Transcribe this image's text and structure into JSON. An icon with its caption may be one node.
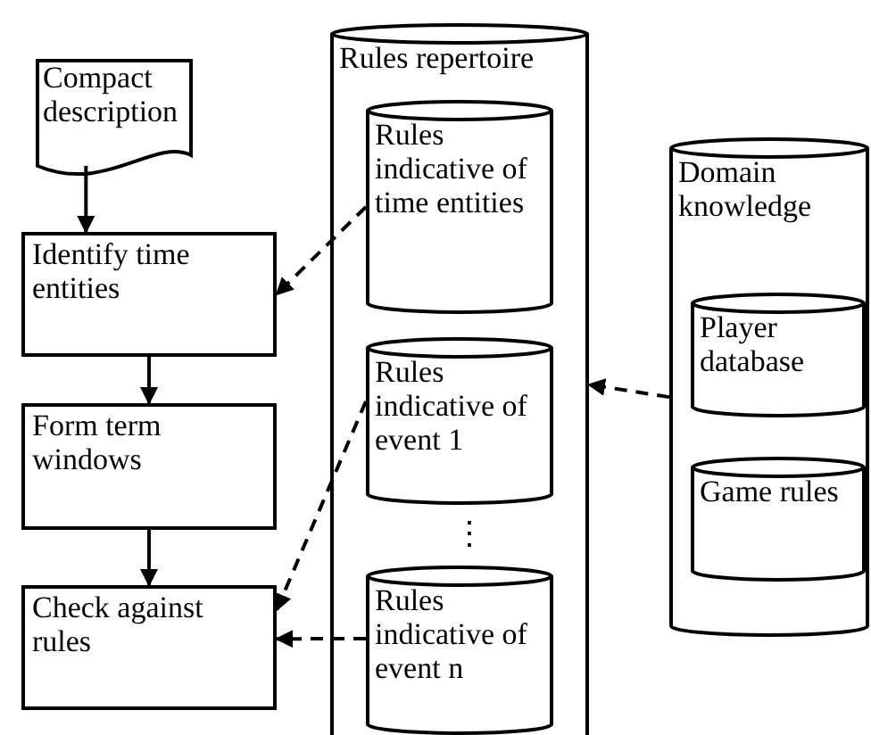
{
  "diagram": {
    "nodes": [
      {
        "text": [
          "Compact description"
        ]
      },
      {
        "text": [
          "Identify time entities"
        ]
      },
      {
        "text": [
          "Form term windows"
        ]
      },
      {
        "text": [
          "Check against rules"
        ]
      },
      {
        "text": [
          "Rules repertoire"
        ]
      },
      {
        "text": [
          "Rules indicative of time entities"
        ],
        "in": 4
      },
      {
        "text": [
          "Rules indicative of event 1"
        ],
        "in": 4
      },
      {
        "text": [
          "Rules indicative of event n"
        ],
        "in": 4
      },
      {
        "text": [
          "Domain knowledge"
        ]
      },
      {
        "text": [
          "Player database"
        ],
        "in": 8
      },
      {
        "text": [
          "Game rules"
        ],
        "in": 8
      }
    ],
    "edges": [
      {
        "from": 0,
        "to": 1,
        "arrow": "to"
      },
      {
        "from": 1,
        "to": 2,
        "arrow": "to"
      },
      {
        "from": 2,
        "to": 3,
        "arrow": "to"
      },
      {
        "from": 5,
        "to": 1,
        "arrow": "to",
        "style": "dashed"
      },
      {
        "from": 6,
        "to": 3,
        "arrow": "to",
        "style": "dashed"
      },
      {
        "from": 7,
        "to": 3,
        "arrow": "to",
        "style": "dashed"
      },
      {
        "from": 8,
        "to": 4,
        "arrow": "to",
        "style": "dashed"
      }
    ],
    "labels": [
      "⋮"
    ]
  }
}
